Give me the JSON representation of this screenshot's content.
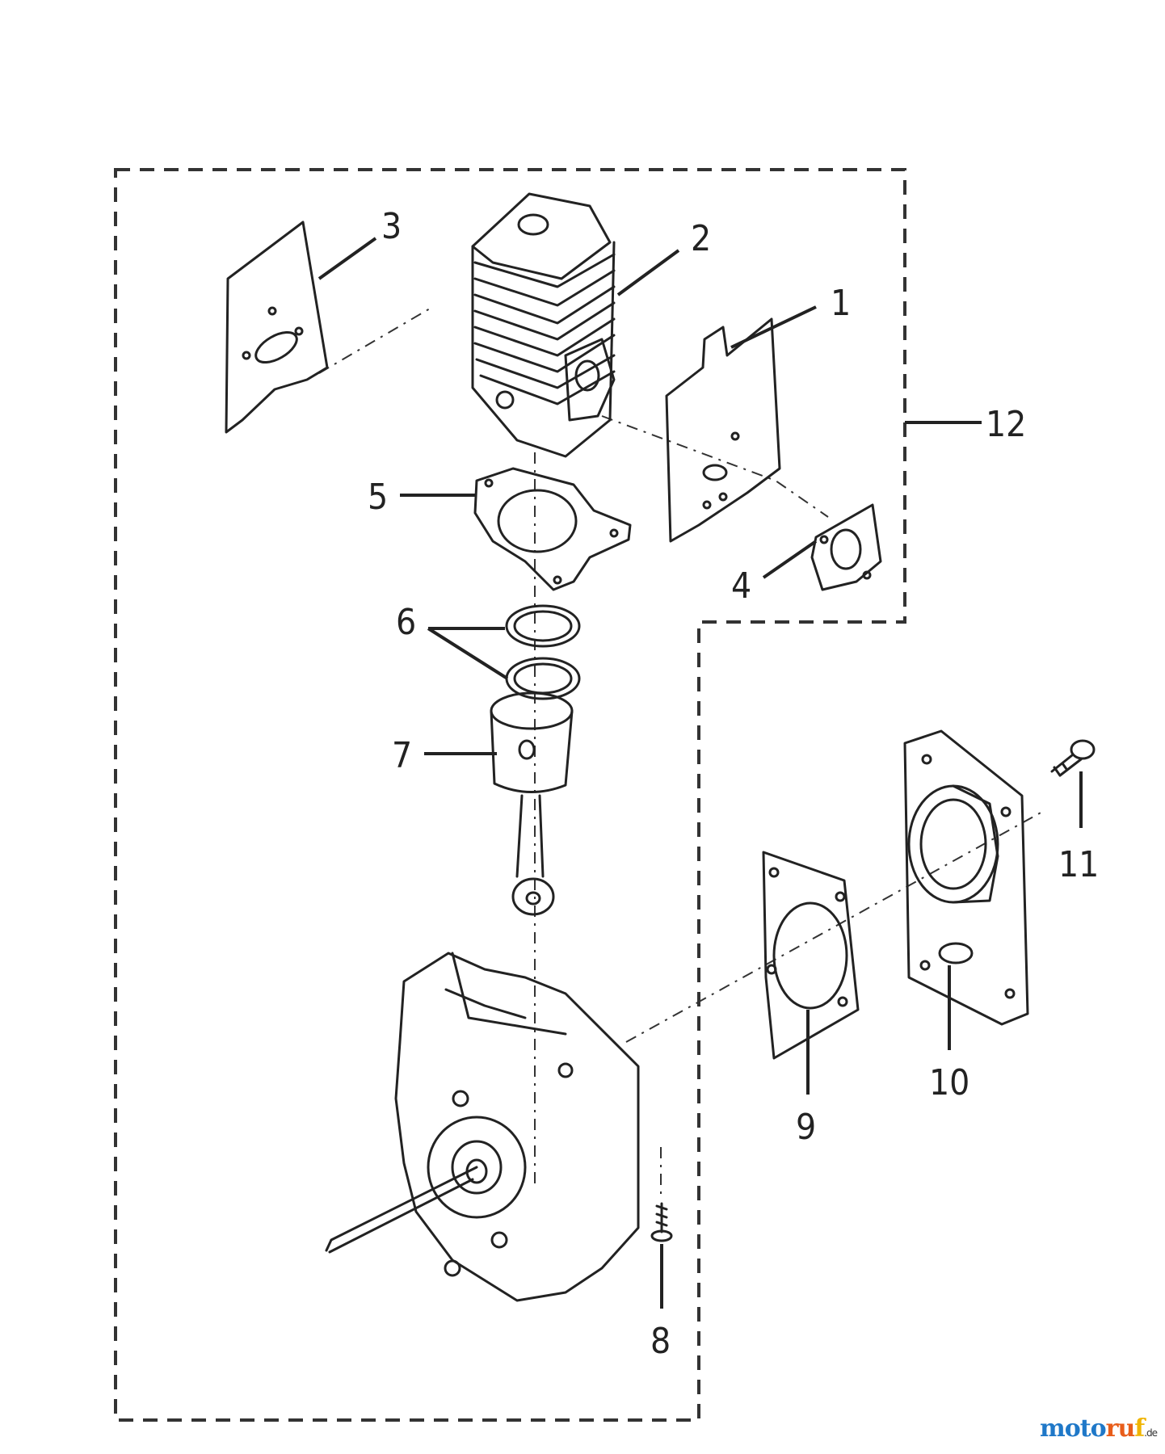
{
  "labels": {
    "p1": "1",
    "p2": "2",
    "p3": "3",
    "p4": "4",
    "p5": "5",
    "p6": "6",
    "p7": "7",
    "p8": "8",
    "p9": "9",
    "p10": "10",
    "p11": "11",
    "p12": "12"
  },
  "watermark": {
    "text_pre": "moto",
    "text_mid": "ru",
    "text_end": "f",
    "suffix": ".de",
    "colors": {
      "pre": "#1f78c8",
      "mid": "#e85d1a",
      "end": "#f0b400"
    }
  }
}
